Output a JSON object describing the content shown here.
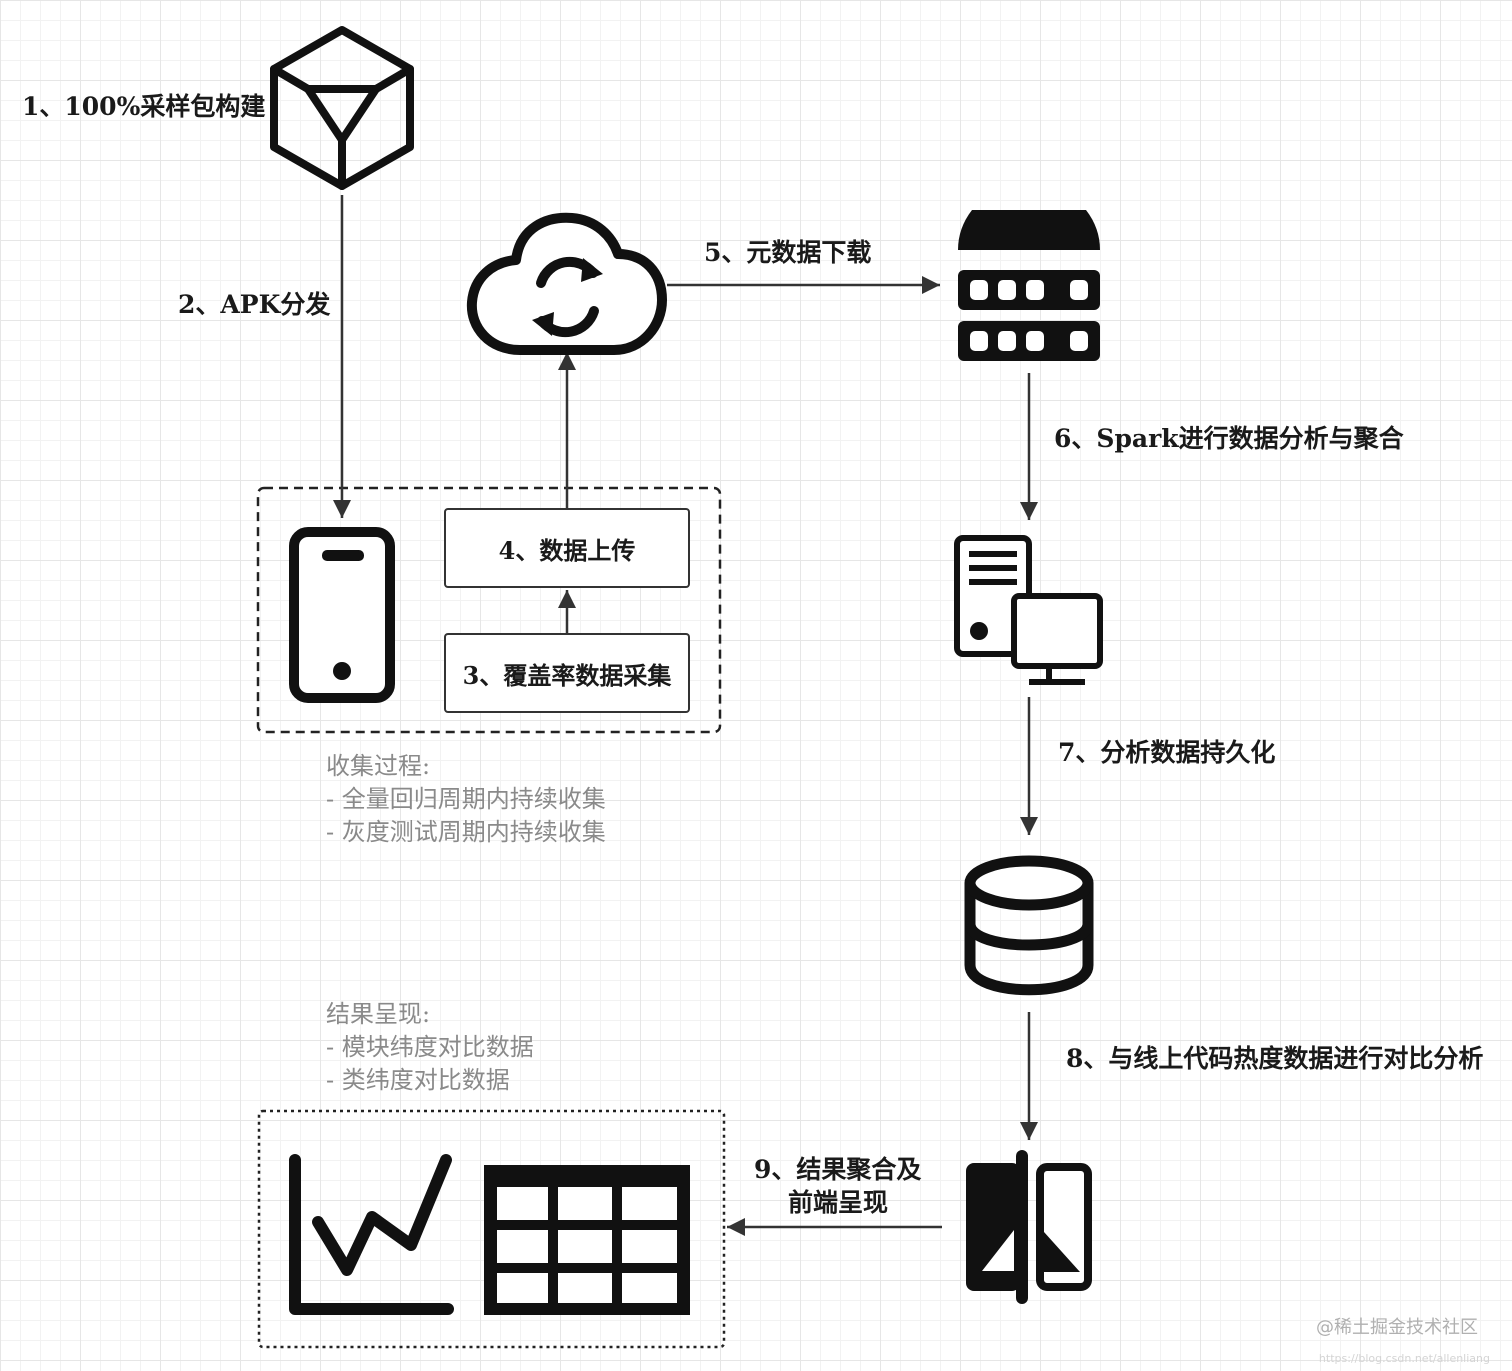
{
  "labels": {
    "build": "1、100%采样包构建",
    "distribute": "2、APK分发",
    "metadata_download": "5、元数据下载",
    "spark_analysis": "6、Spark进行数据分析与聚合",
    "persist": "7、分析数据持久化",
    "compare": "8、与线上代码热度数据进行对比分析",
    "aggregate_line1": "9、结果聚合及",
    "aggregate_line2": "前端呈现"
  },
  "boxes": {
    "upload": "4、数据上传",
    "collect": "3、覆盖率数据采集"
  },
  "notes": {
    "collection": {
      "title": "收集过程:",
      "items": [
        "- 全量回归周期内持续收集",
        "- 灰度测试周期内持续收集"
      ]
    },
    "results": {
      "title": "结果呈现:",
      "items": [
        "- 模块纬度对比数据",
        "- 类纬度对比数据"
      ]
    }
  },
  "watermark": {
    "text": "@稀土掘金技术社区",
    "url": "https://blog.csdn.net/allenliang"
  },
  "icons": [
    "package-icon",
    "cloud-sync-icon",
    "server-rack-icon",
    "workstation-icon",
    "database-icon",
    "compare-icon",
    "mobile-phone-icon",
    "line-chart-icon",
    "table-grid-icon"
  ],
  "colors": {
    "stroke": "#333333",
    "icon": "#111111",
    "note_text": "#8a8a8a",
    "grid": "#e6e6e6"
  }
}
